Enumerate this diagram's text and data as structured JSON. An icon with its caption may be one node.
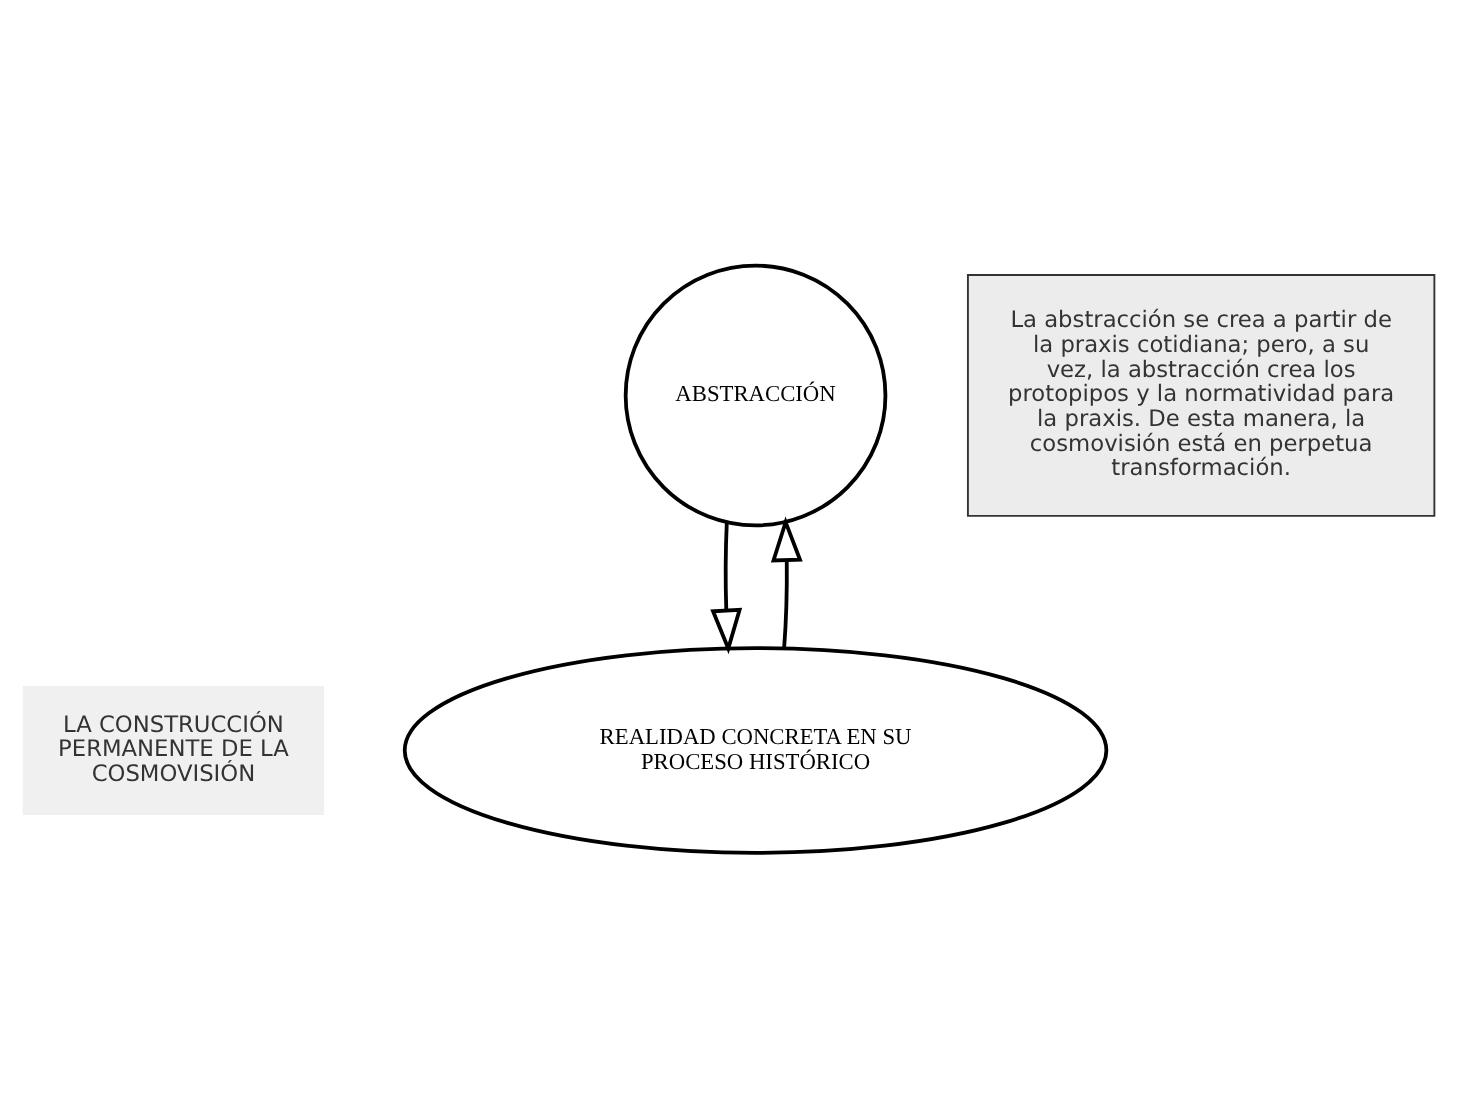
{
  "diagram": {
    "nodes": [
      {
        "text": [
          "ABSTRACCIÓN"
        ]
      },
      {
        "text": [
          "REALIDAD CONCRETA EN SU PROCESO HISTÓRICO"
        ]
      },
      {
        "text": [
          "La abstracción se crea a partir de la praxis cotidiana; pero, a su vez, la abstracción crea los protopipos y la normatividad para la praxis. De esta manera, la cosmovisión está en perpetua transformación."
        ]
      },
      {
        "text": [
          "LA CONSTRUCCIÓN PERMANENTE DE LA COSMOVISIÓN"
        ]
      }
    ],
    "edges": [
      {
        "from": 0,
        "to": 1,
        "arrow": "to"
      },
      {
        "from": 1,
        "to": 0,
        "arrow": "to"
      }
    ]
  }
}
